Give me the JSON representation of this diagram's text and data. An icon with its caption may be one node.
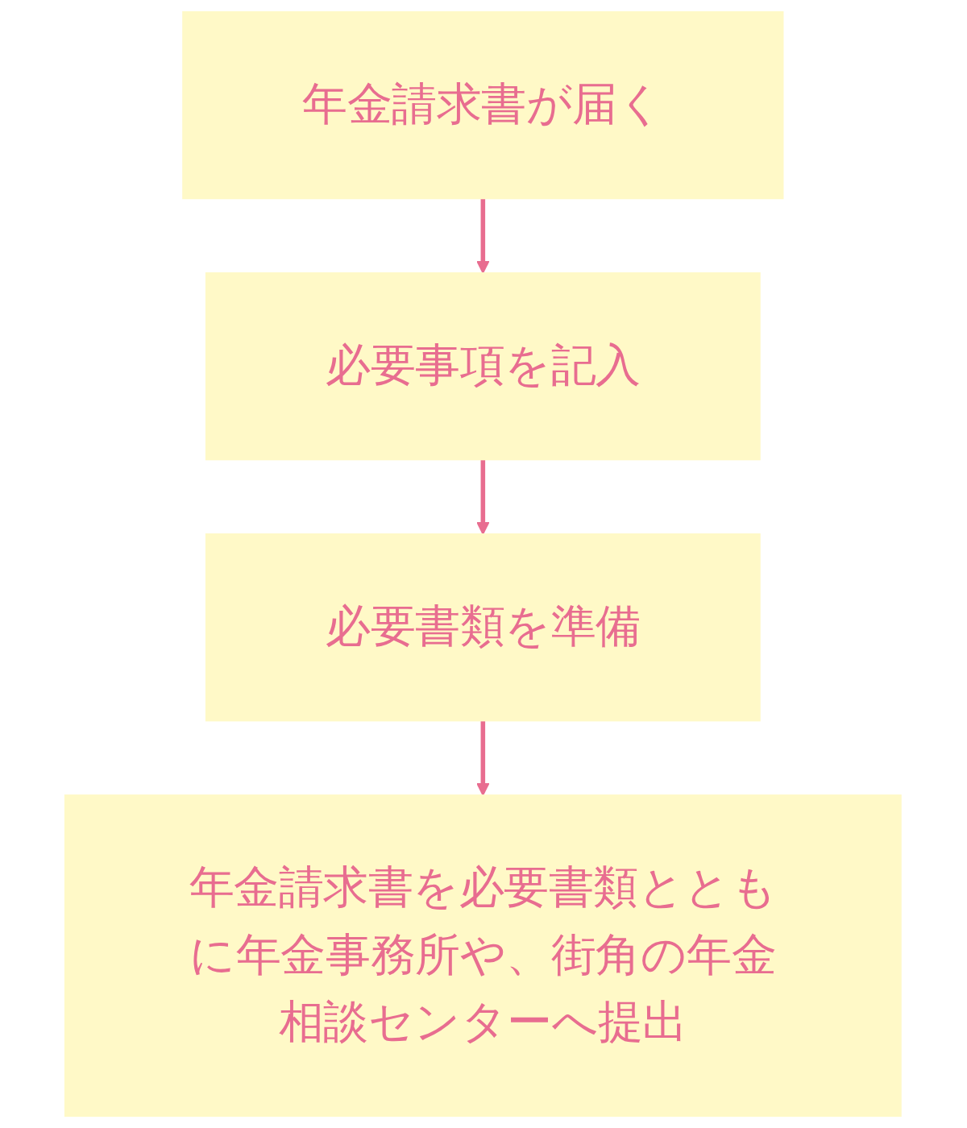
{
  "diagram": {
    "nodes": [
      {
        "text": [
          "年金請求書が届く"
        ]
      },
      {
        "text": [
          "必要事項を記入"
        ]
      },
      {
        "text": [
          "必要書類を準備"
        ]
      },
      {
        "text": [
          "年金請求書を必要書類とともに年金事務所や、街角の年金相談センターへ提出"
        ]
      }
    ],
    "edges": [
      {
        "from": 0,
        "to": 1,
        "arrow": "to"
      },
      {
        "from": 1,
        "to": 2,
        "arrow": "to"
      },
      {
        "from": 2,
        "to": 3,
        "arrow": "to"
      }
    ]
  }
}
